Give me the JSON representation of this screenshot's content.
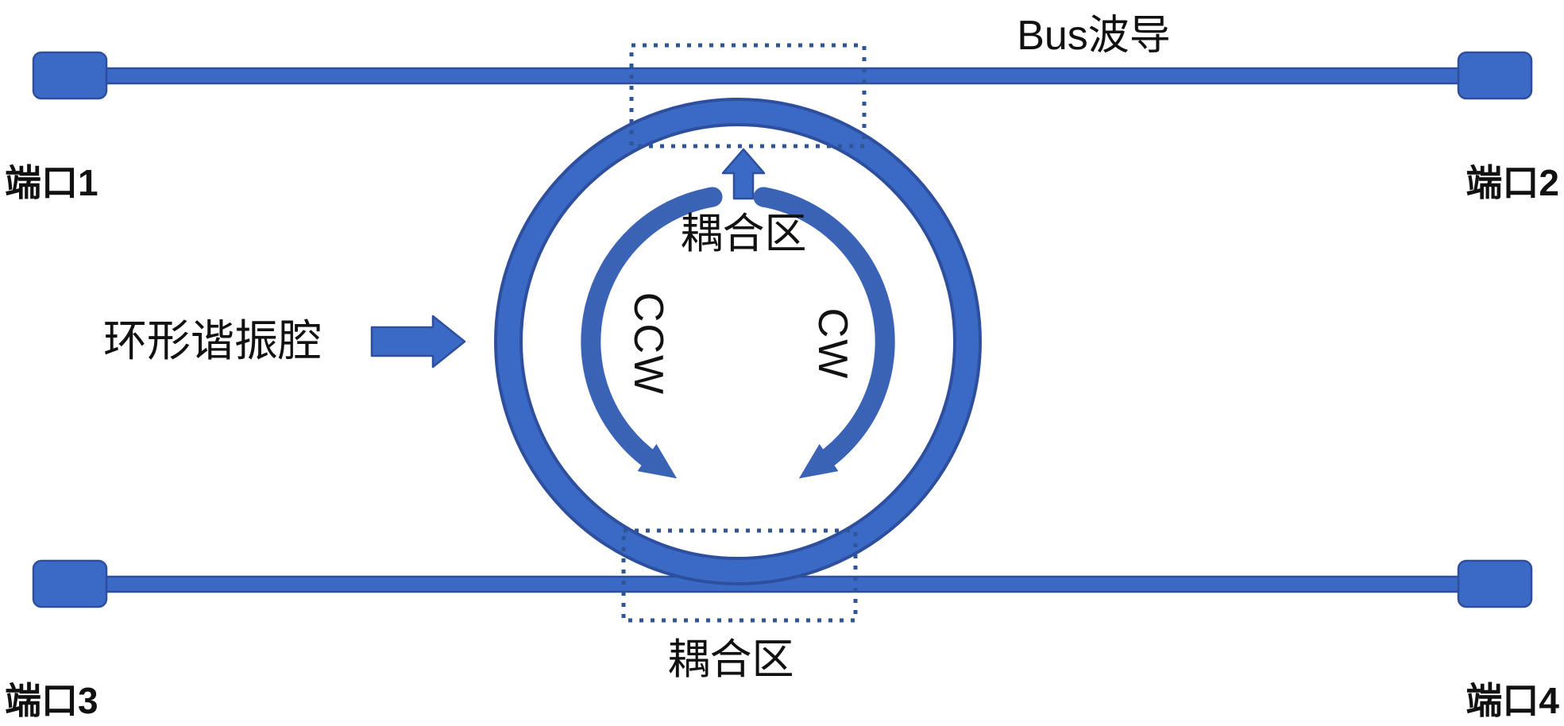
{
  "diagram": {
    "bus_label": "Bus波导",
    "ports": {
      "p1": "端口1",
      "p2": "端口2",
      "p3": "端口3",
      "p4": "端口4"
    },
    "coupling": {
      "top": "耦合区",
      "bottom": "耦合区"
    },
    "ring_label": "环形谐振腔",
    "directions": {
      "ccw": "CCW",
      "cw": "CW"
    },
    "colors": {
      "waveguide_blue": "#3b6ac6",
      "edge_blue": "#2d4f9e",
      "arrow_blue": "#3a62b5",
      "dotted_border": "#2f5597",
      "text": "#111111",
      "background": "#ffffff"
    }
  }
}
